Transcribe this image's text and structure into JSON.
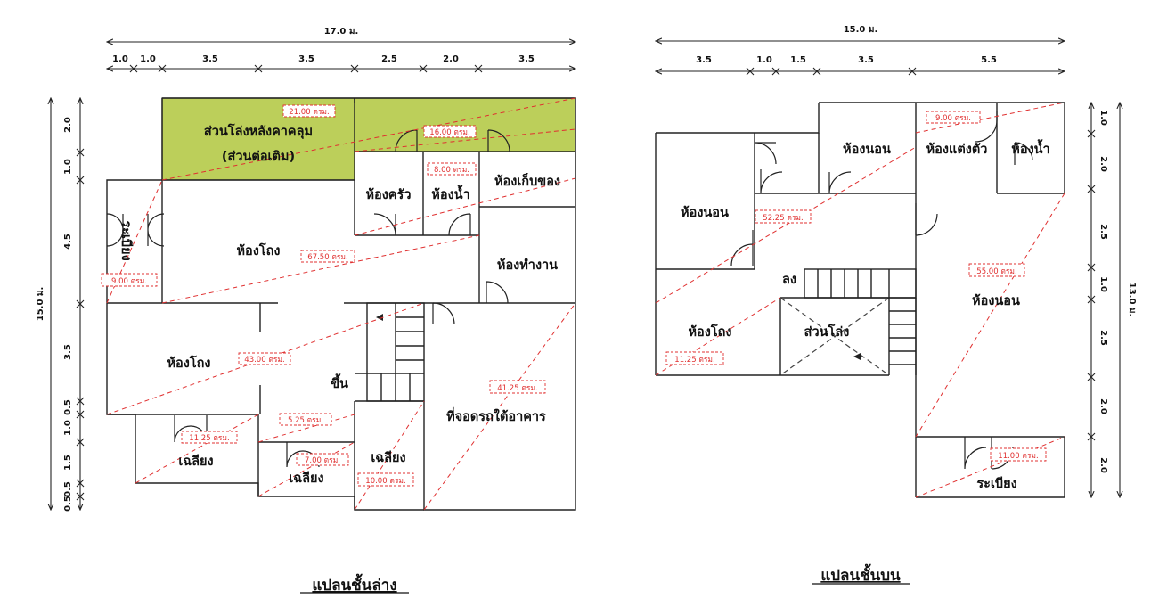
{
  "ground_floor": {
    "caption": "แปลนชั้นล่าง",
    "overall_width": "17.0 ม.",
    "overall_depth": "15.0 ม.",
    "top_dims": [
      "1.0",
      "1.0",
      "3.5",
      "3.5",
      "2.5",
      "2.0",
      "3.5"
    ],
    "left_dims": [
      "2.0",
      "1.0",
      "4.5",
      "3.5",
      "0.5",
      "1.0",
      "1.5",
      "0.5",
      "0.5"
    ],
    "rooms": {
      "covered_yard_1": "ส่วนโล่งหลังคาคลุม",
      "covered_yard_2": "(ส่วนต่อเติม)",
      "kitchen": "ห้องครัว",
      "bathroom": "ห้องน้ำ",
      "storage": "ห้องเก็บของ",
      "hall_upper": "ห้องโถง",
      "terrace_left": "ระเบียง",
      "study": "ห้องทำงาน",
      "hall_lower": "ห้องโถง",
      "porch_1": "เฉลียง",
      "porch_2": "เฉลียง",
      "porch_3": "เฉลียง",
      "parking": "ที่จอดรถใต้อาคาร",
      "stair_up": "ขึ้น"
    },
    "areas": {
      "covered_yard": "21.00 ตรม.",
      "kitchen_bath": "16.00 ตรม.",
      "storage": "8.00 ตรม.",
      "hall_upper": "67.50 ตรม.",
      "terrace_left": "9.00 ตรม.",
      "hall_lower": "43.00 ตรม.",
      "porch_1": "11.25 ตรม.",
      "porch_2_top": "5.25 ตรม.",
      "porch_2": "7.00 ตรม.",
      "porch_3": "10.00 ตรม.",
      "parking": "41.25 ตรม."
    }
  },
  "upper_floor": {
    "caption": "แปลนชั้นบน",
    "overall_width": "15.0 ม.",
    "overall_depth": "13.0 ม.",
    "top_dims": [
      "3.5",
      "1.0",
      "1.5",
      "3.5",
      "5.5"
    ],
    "right_dims": [
      "1.0",
      "2.0",
      "2.5",
      "1.0",
      "2.5",
      "2.0",
      "2.0"
    ],
    "rooms": {
      "bedroom_left": "ห้องนอน",
      "bedroom_mid": "ห้องนอน",
      "dressing": "ห้องแต่งตัว",
      "bathroom": "ห้องน้ำ",
      "bedroom_right": "ห้องนอน",
      "hall": "ห้องโถง",
      "void": "ส่วนโล่ง",
      "balcony": "ระเบียง",
      "stair_down": "ลง"
    },
    "areas": {
      "dressing_bath": "9.00 ตรม.",
      "bedrooms": "52.25 ตรม.",
      "bedroom_right": "55.00 ตรม.",
      "hall": "11.25 ตรม.",
      "balcony": "11.00 ตรม."
    }
  }
}
